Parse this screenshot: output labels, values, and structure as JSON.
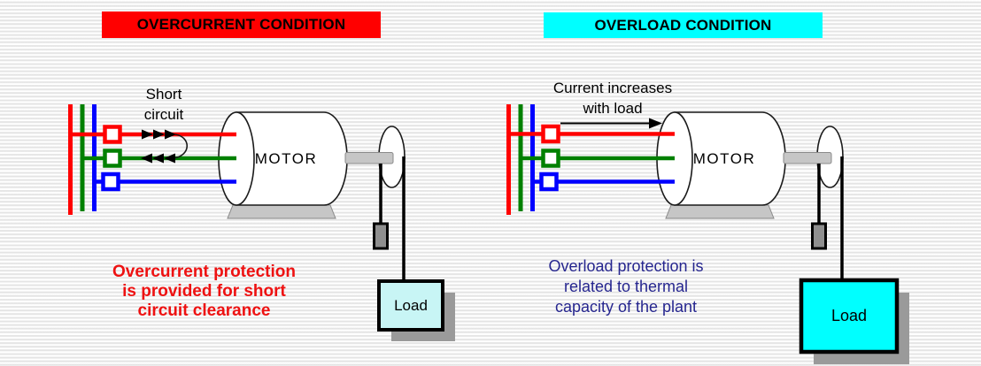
{
  "left_panel": {
    "title": "OVERCURRENT CONDITION",
    "title_bg": "#ff0000",
    "fault_label": "Short\ncircuit",
    "motor_label": "MOTOR",
    "load_label": "Load",
    "load_fill": "#c8f5f5",
    "caption": "Overcurrent protection\nis provided for short\ncircuit clearance",
    "caption_color": "#ee1111"
  },
  "right_panel": {
    "title": "OVERLOAD CONDITION",
    "title_bg": "#00ffff",
    "flow_label": "Current increases\nwith load",
    "motor_label": "MOTOR",
    "load_label": "Load",
    "load_fill": "#00ffff",
    "caption": "Overload protection is\nrelated to thermal\ncapacity of the plant",
    "caption_color": "#26268f"
  },
  "colors": {
    "phase_red": "#ff0000",
    "phase_green": "#008000",
    "phase_blue": "#0000ff",
    "metal_gray": "#c6c6c6",
    "weight_gray": "#8f8f8f",
    "shadow_gray": "#9a9a9a",
    "outline_black": "#1a1a1a"
  }
}
